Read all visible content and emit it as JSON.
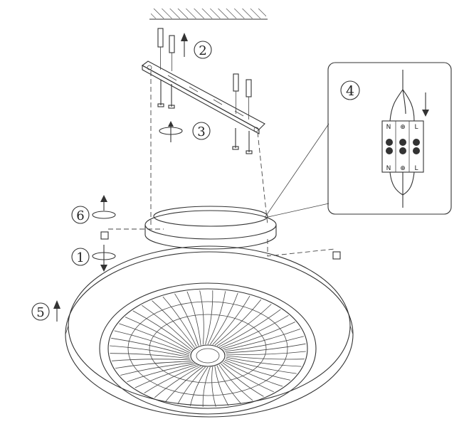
{
  "diagram": {
    "steps": [
      {
        "id": "step-1",
        "label": "1"
      },
      {
        "id": "step-2",
        "label": "2"
      },
      {
        "id": "step-3",
        "label": "3"
      },
      {
        "id": "step-4",
        "label": "4"
      },
      {
        "id": "step-5",
        "label": "5"
      },
      {
        "id": "step-6",
        "label": "6"
      }
    ],
    "terminals": {
      "top": [
        "N",
        "⊕",
        "L"
      ],
      "bottom": [
        "N",
        "⊕",
        "L"
      ]
    },
    "colors": {
      "line": "#333333",
      "background": "#ffffff"
    }
  }
}
